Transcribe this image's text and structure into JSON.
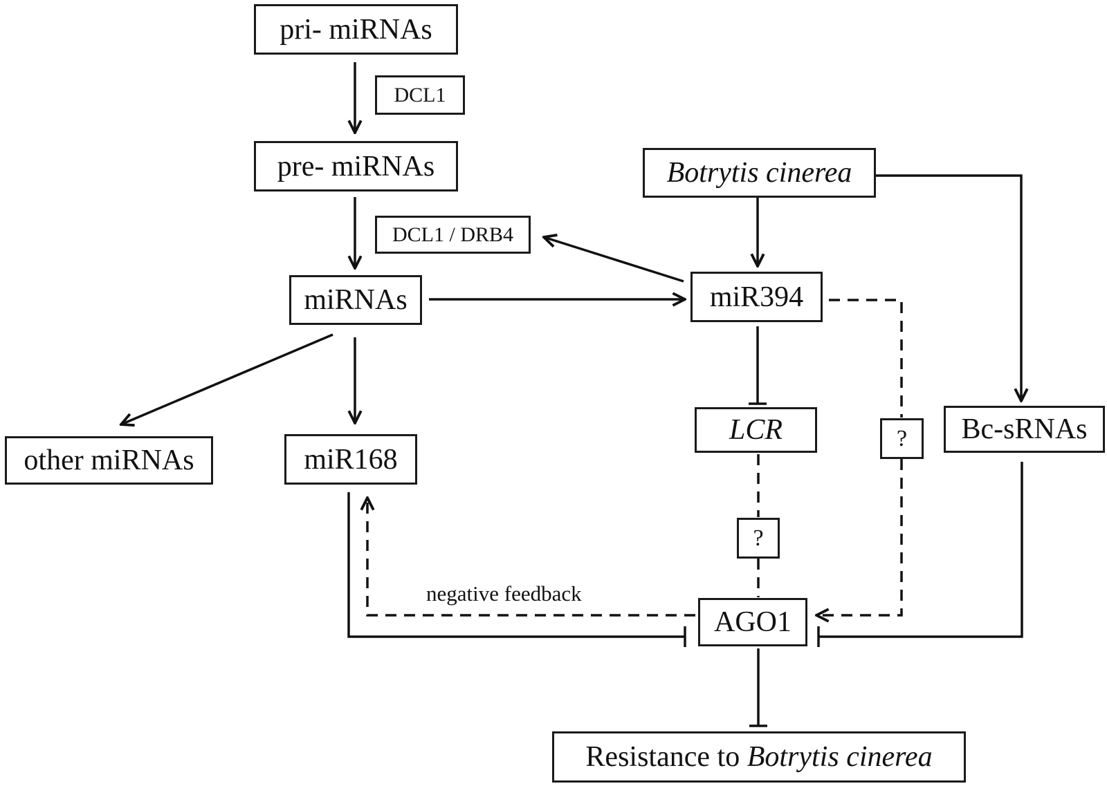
{
  "nodes": {
    "pri_mirnas": "pri- miRNAs",
    "dcl1": "DCL1",
    "pre_mirnas": "pre- miRNAs",
    "dcl1_drb4": "DCL1 / DRB4",
    "mirnas": "miRNAs",
    "other_mirnas": "other miRNAs",
    "mir168": "miR168",
    "botrytis": "Botrytis cinerea",
    "mir394": "miR394",
    "lcr": "LCR",
    "unknown_right": "?",
    "unknown_mid": "?",
    "bc_srnas": "Bc-sRNAs",
    "ago1": "AGO1",
    "resistance_prefix": "Resistance to ",
    "resistance_pathogen": "Botrytis cinerea"
  },
  "edge_labels": {
    "negative_feedback": "negative feedback"
  }
}
